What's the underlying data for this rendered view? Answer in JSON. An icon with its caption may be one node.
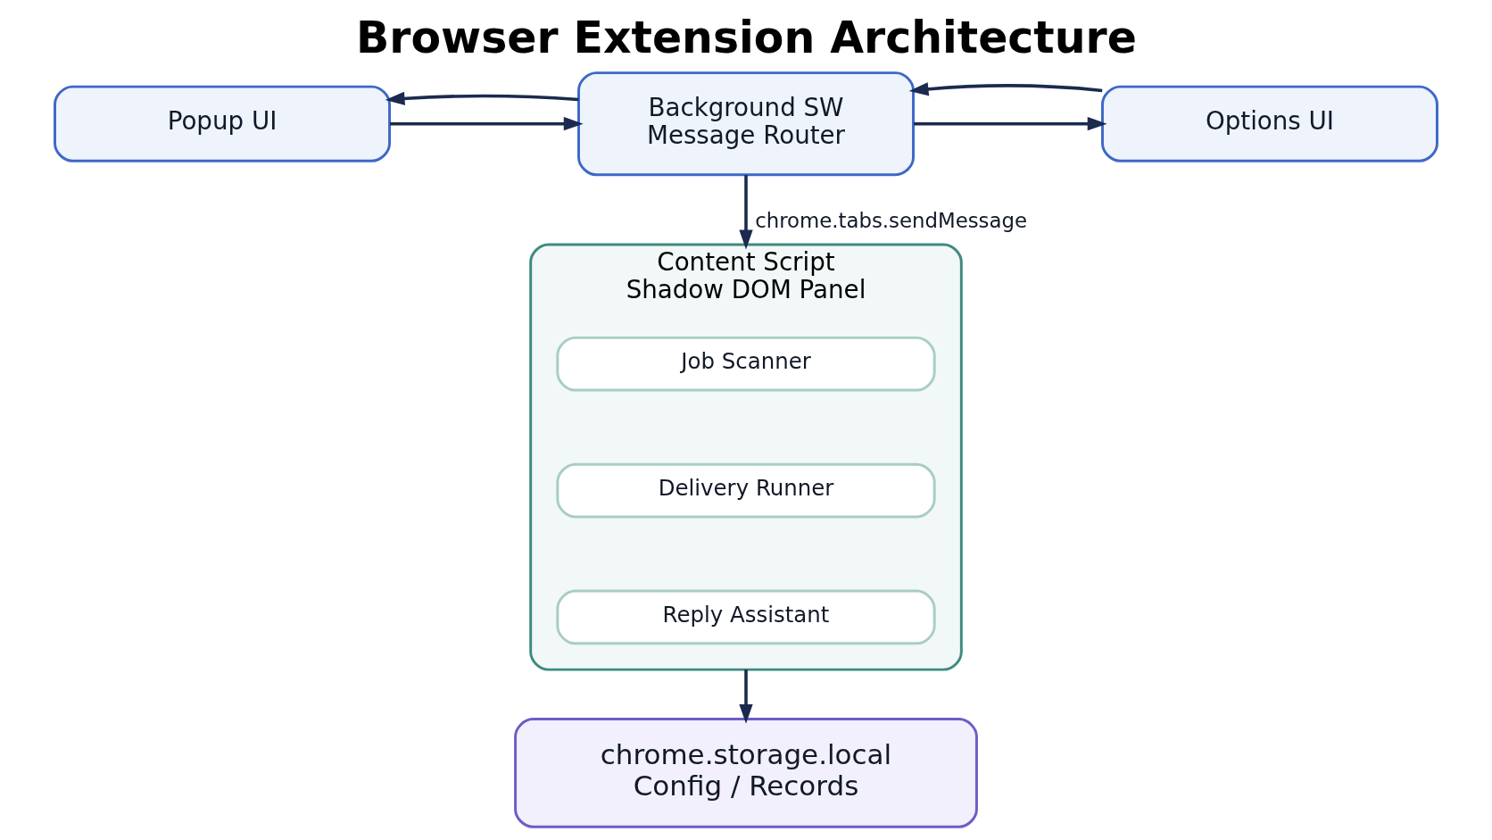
{
  "diagram": {
    "title": "Browser Extension Architecture",
    "nodes": [
      {
        "text": [
          "Popup UI"
        ]
      },
      {
        "text": [
          "Background SW Message Router"
        ]
      },
      {
        "text": [
          "Options UI"
        ]
      },
      {
        "text": [
          "Content Script Shadow DOM Panel"
        ]
      },
      {
        "text": [
          "Job Scanner"
        ],
        "in": 3
      },
      {
        "text": [
          "Delivery Runner"
        ],
        "in": 3
      },
      {
        "text": [
          "Reply Assistant"
        ],
        "in": 3
      },
      {
        "text": [
          "chrome.storage.local Config / Records"
        ]
      }
    ],
    "edges": [
      {
        "from": 0,
        "to": 1,
        "arrow": "to"
      },
      {
        "from": 1,
        "to": 0,
        "arrow": "to"
      },
      {
        "from": 1,
        "to": 2,
        "arrow": "to"
      },
      {
        "from": 2,
        "to": 1,
        "arrow": "to"
      },
      {
        "from": 1,
        "to": 3,
        "arrow": "to",
        "label": "chrome.tabs.sendMessage"
      },
      {
        "from": 3,
        "to": 7,
        "arrow": "to"
      }
    ]
  }
}
